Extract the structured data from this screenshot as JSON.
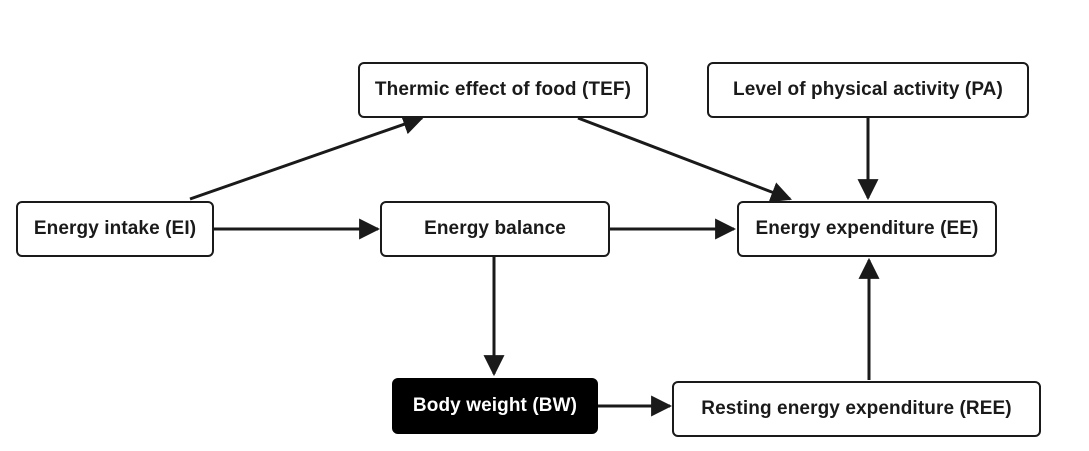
{
  "nodes": {
    "tef": "Thermic effect of food (TEF)",
    "pa": "Level of physical activity (PA)",
    "ei": "Energy intake (EI)",
    "eb": "Energy balance",
    "ee": "Energy expenditure (EE)",
    "bw": "Body weight (BW)",
    "ree": "Resting energy expenditure (REE)"
  },
  "edges": [
    {
      "from": "ei",
      "to": "tef"
    },
    {
      "from": "ei",
      "to": "eb"
    },
    {
      "from": "tef",
      "to": "ee"
    },
    {
      "from": "pa",
      "to": "ee"
    },
    {
      "from": "eb",
      "to": "ee"
    },
    {
      "from": "eb",
      "to": "bw"
    },
    {
      "from": "bw",
      "to": "ree"
    },
    {
      "from": "ree",
      "to": "ee"
    }
  ],
  "colors": {
    "stroke": "#1a1a1a",
    "highlight_fill": "#000000",
    "highlight_text": "#ffffff"
  }
}
